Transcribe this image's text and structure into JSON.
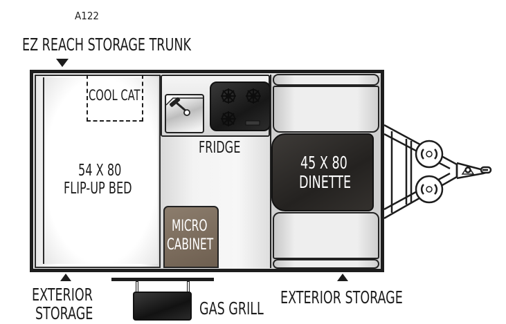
{
  "model": "A122",
  "labels": {
    "top_trunk": "EZ REACH STORAGE TRUNK",
    "cool_cat": "COOL CAT",
    "bed_size": "54 X 80",
    "bed_name": "FLIP-UP BED",
    "fridge": "FRIDGE",
    "dinette_size": "45 X 80",
    "dinette_name": "DINETTE",
    "micro_line1": "MICRO",
    "micro_line2": "CABINET",
    "ext_storage_left_1": "EXTERIOR",
    "ext_storage_left_2": "STORAGE",
    "gas_grill": "GAS GRILL",
    "ext_storage_right": "EXTERIOR STORAGE"
  },
  "icons": {
    "markers": [
      "triangle-down-marker",
      "triangle-up-marker",
      "triangle-up-marker"
    ],
    "fixtures": [
      "sink-icon",
      "faucet-icon",
      "stove-icon",
      "burner-icon",
      "hitch-icon",
      "wheel-icon"
    ]
  },
  "colors": {
    "outline": "#1d1d1d",
    "micro_cabinet": "#7a6a5a",
    "dinette_table": "#2e2b29",
    "stove": "#1f1f1f",
    "label_text": "#1c1c1c"
  }
}
